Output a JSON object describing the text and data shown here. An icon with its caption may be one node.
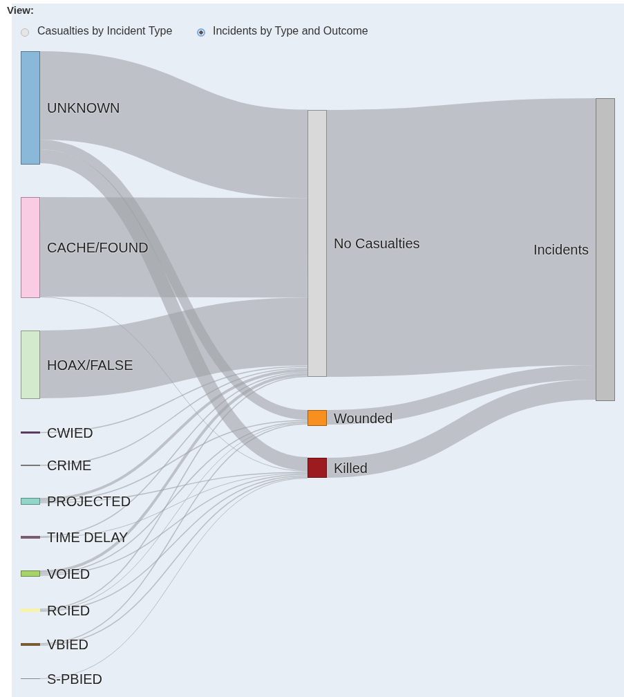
{
  "diagram": {
    "nodes": [
      {
        "text": [
          "UNKNOWN"
        ]
      },
      {
        "text": [
          "CACHE/FOUND"
        ]
      },
      {
        "text": [
          "HOAX/FALSE"
        ]
      },
      {
        "text": [
          "CWIED"
        ]
      },
      {
        "text": [
          "CRIME"
        ]
      },
      {
        "text": [
          "PROJECTED"
        ]
      },
      {
        "text": [
          "TIME DELAY"
        ]
      },
      {
        "text": [
          "VOIED"
        ]
      },
      {
        "text": [
          "RCIED"
        ]
      },
      {
        "text": [
          "VBIED"
        ]
      },
      {
        "text": [
          "S-PBIED"
        ]
      },
      {
        "text": [
          "No Casualties"
        ]
      },
      {
        "text": [
          "Wounded"
        ]
      },
      {
        "text": [
          "Killed"
        ]
      },
      {
        "text": [
          "Incidents"
        ]
      }
    ],
    "edges": [
      {
        "from": 0,
        "to": 11,
        "arrow": "none",
        "style": "thick"
      },
      {
        "from": 0,
        "to": 12,
        "arrow": "none",
        "style": "thick"
      },
      {
        "from": 0,
        "to": 13,
        "arrow": "none",
        "style": "thick"
      },
      {
        "from": 1,
        "to": 11,
        "arrow": "none",
        "style": "thick"
      },
      {
        "from": 1,
        "to": 13,
        "arrow": "none"
      },
      {
        "from": 2,
        "to": 11,
        "arrow": "none",
        "style": "thick"
      },
      {
        "from": 3,
        "to": 11,
        "arrow": "none"
      },
      {
        "from": 4,
        "to": 11,
        "arrow": "none"
      },
      {
        "from": 5,
        "to": 11,
        "arrow": "none",
        "style": "thick"
      },
      {
        "from": 5,
        "to": 12,
        "arrow": "none"
      },
      {
        "from": 5,
        "to": 13,
        "arrow": "none"
      },
      {
        "from": 6,
        "to": 11,
        "arrow": "none"
      },
      {
        "from": 6,
        "to": 13,
        "arrow": "none"
      },
      {
        "from": 7,
        "to": 11,
        "arrow": "none",
        "style": "thick"
      },
      {
        "from": 7,
        "to": 12,
        "arrow": "none"
      },
      {
        "from": 7,
        "to": 13,
        "arrow": "none"
      },
      {
        "from": 8,
        "to": 11,
        "arrow": "none"
      },
      {
        "from": 8,
        "to": 12,
        "arrow": "none"
      },
      {
        "from": 8,
        "to": 13,
        "arrow": "none"
      },
      {
        "from": 9,
        "to": 12,
        "arrow": "none"
      },
      {
        "from": 9,
        "to": 13,
        "arrow": "none"
      },
      {
        "from": 10,
        "to": 13,
        "arrow": "none"
      },
      {
        "from": 11,
        "to": 14,
        "arrow": "none",
        "style": "thick"
      },
      {
        "from": 12,
        "to": 14,
        "arrow": "none",
        "style": "thick"
      },
      {
        "from": 13,
        "to": 14,
        "arrow": "none",
        "style": "thick"
      }
    ],
    "labels": [
      "View:",
      "Casualties by Incident Type",
      "Incidents by Type and Outcome"
    ]
  }
}
